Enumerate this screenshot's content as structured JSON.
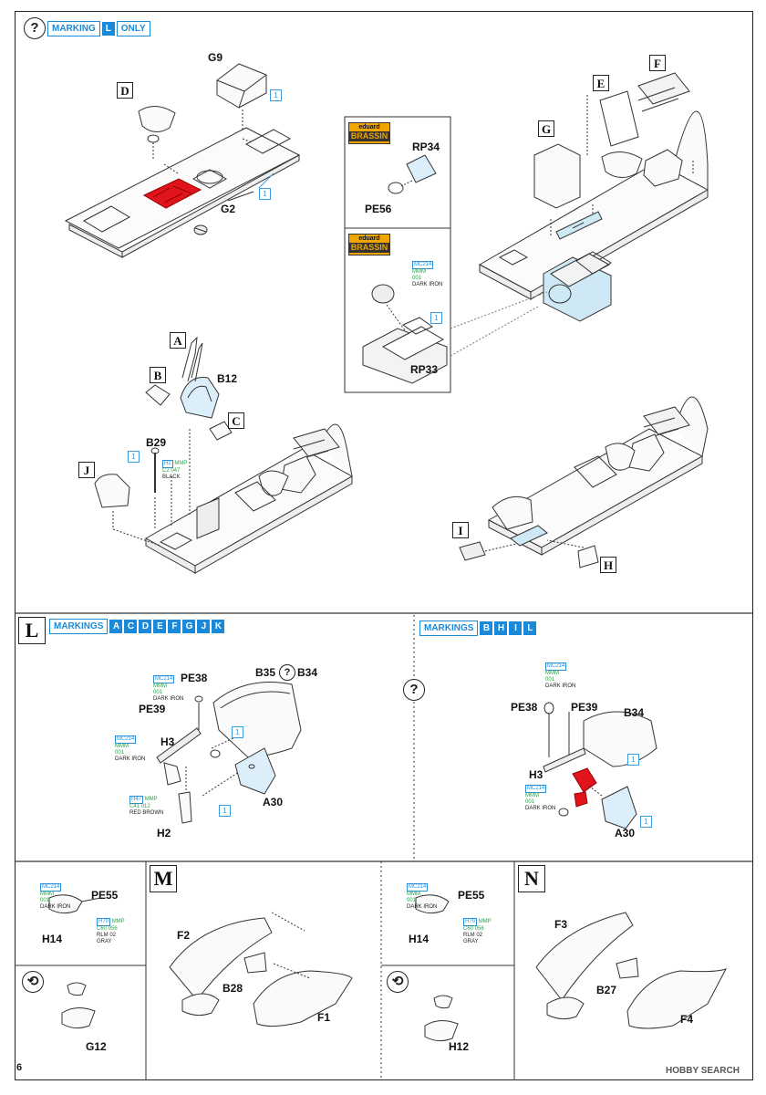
{
  "page_number": "6",
  "watermark": "HOBBY SEARCH",
  "colors": {
    "brassin_orange": "#f0a500",
    "callout_blue": "#1a8ad8",
    "red_part": "#e0141c"
  },
  "top": {
    "banner": {
      "text": "MARKING",
      "chip": "L",
      "suffix": "ONLY"
    },
    "parts": {
      "G9": "G9",
      "G2": "G2",
      "D": "D",
      "E": "E",
      "F": "F",
      "G": "G",
      "RP34": "RP34",
      "PE56": "PE56",
      "RP33": "RP33"
    },
    "brassin": {
      "top": "eduard",
      "bottom": "BRASSIN"
    },
    "paint_rp33": {
      "code": "MC214",
      "mmm": "MMM",
      "num": "001",
      "name": "DARK IRON"
    },
    "step": "1"
  },
  "mid": {
    "parts": {
      "A": "A",
      "B": "B",
      "B12": "B12",
      "C": "C",
      "B29": "B29",
      "J": "J",
      "I": "I",
      "H": "H"
    },
    "paint_b29": {
      "code": "H2",
      "mmp": "MMP",
      "c": "C2",
      "n": "047",
      "name": "BLACK"
    },
    "step": "1"
  },
  "sectionL": {
    "title": "L",
    "banner": {
      "text": "MARKINGS",
      "chips": [
        "A",
        "C",
        "D",
        "E",
        "F",
        "G",
        "J",
        "K"
      ]
    },
    "parts": {
      "PE38": "PE38",
      "PE39": "PE39",
      "H3": "H3",
      "H2": "H2",
      "A30": "A30",
      "B35": "B35",
      "B34": "B34"
    },
    "paint_pe38": {
      "code": "MC214",
      "mmm": "MMM",
      "num": "001",
      "name": "DARK IRON"
    },
    "paint_h3": {
      "code": "MC214",
      "mmm": "MMM",
      "num": "001",
      "name": "DARK IRON"
    },
    "paint_h2": {
      "code": "H47",
      "mmp": "MMP",
      "c": "C41",
      "n": "012",
      "name": "RED BROWN"
    },
    "step": "1"
  },
  "sectionR": {
    "banner": {
      "text": "MARKINGS",
      "chips": [
        "B",
        "H",
        "I",
        "L"
      ]
    },
    "parts": {
      "PE38": "PE38",
      "PE39": "PE39",
      "H3": "H3",
      "B34": "B34",
      "A30": "A30"
    },
    "paint_top": {
      "code": "MC214",
      "mmm": "MMM",
      "num": "001",
      "name": "DARK IRON"
    },
    "paint_h3": {
      "code": "MC214",
      "mmm": "MMM",
      "num": "001",
      "name": "DARK IRON"
    },
    "step": "1"
  },
  "sectionM": {
    "title": "M",
    "parts": {
      "PE55": "PE55",
      "H14": "H14",
      "F2": "F2",
      "B28": "B28",
      "F1": "F1",
      "G12": "G12"
    },
    "paint_pe55": {
      "code": "MC214",
      "mmm": "MMM",
      "num": "001",
      "name": "DARK IRON"
    },
    "paint_h14": {
      "code": "H70",
      "mmp": "MMP",
      "c": "C60",
      "n": "056",
      "name1": "RLM 02",
      "name2": "GRAY"
    }
  },
  "sectionN": {
    "title": "N",
    "parts": {
      "PE55": "PE55",
      "H14": "H14",
      "F3": "F3",
      "B27": "B27",
      "F4": "F4",
      "H12": "H12"
    },
    "paint_pe55": {
      "code": "MC214",
      "mmm": "MMM",
      "num": "001",
      "name": "DARK IRON"
    },
    "paint_h14": {
      "code": "H70",
      "mmp": "MMP",
      "c": "C60",
      "n": "056",
      "name1": "RLM 02",
      "name2": "GRAY"
    }
  }
}
